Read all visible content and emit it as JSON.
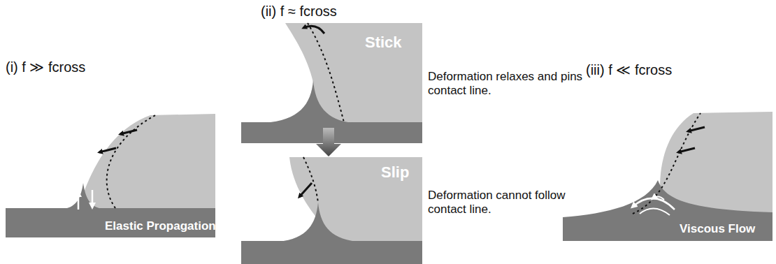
{
  "diagram": {
    "labels": [
      "(i) f ≫ fcross",
      "Elastic Propagation",
      "(ii) f ≈ fcross",
      "Stick",
      "Deformation relaxes and pins contact line.",
      "Slip",
      "Deformation cannot follow contact line.",
      "(iii) f ≪ fcross",
      "Viscous Flow"
    ]
  }
}
